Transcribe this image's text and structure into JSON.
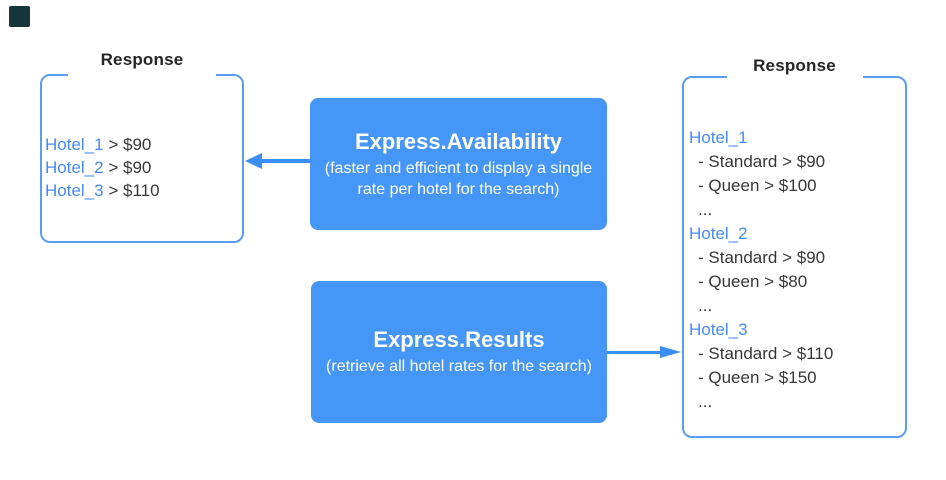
{
  "colors": {
    "process_fill": "#4696f8",
    "arrow": "#3c8ef8",
    "container_border": "#5c9cf7",
    "hotel_link_blue": "#458cfa",
    "body_text": "#383838",
    "title_text": "#262626",
    "corner_mark": "#14363b",
    "background": "#ffffff"
  },
  "left_response": {
    "title": "Response",
    "lines": [
      {
        "hotel": "Hotel_1",
        "rate": " > $90"
      },
      {
        "hotel": "Hotel_2",
        "rate": " > $90"
      },
      {
        "hotel": "Hotel_3",
        "rate": " > $110"
      }
    ]
  },
  "availability": {
    "title": "Express.Availability",
    "subtitle": "(faster and efficient to display a single rate per hotel for the search)"
  },
  "results": {
    "title": "Express.Results",
    "subtitle": "(retrieve all hotel rates for the search)"
  },
  "right_response": {
    "title": "Response",
    "entries": [
      {
        "hotel": "Hotel_1",
        "rate1": "- Standard > $90",
        "rate2": "- Queen > $100",
        "more": "..."
      },
      {
        "hotel": "Hotel_2",
        "rate1": "- Standard > $90",
        "rate2": "- Queen > $80",
        "more": "..."
      },
      {
        "hotel": "Hotel_3",
        "rate1": "- Standard > $110",
        "rate2": "- Queen > $150",
        "more": "..."
      }
    ]
  }
}
